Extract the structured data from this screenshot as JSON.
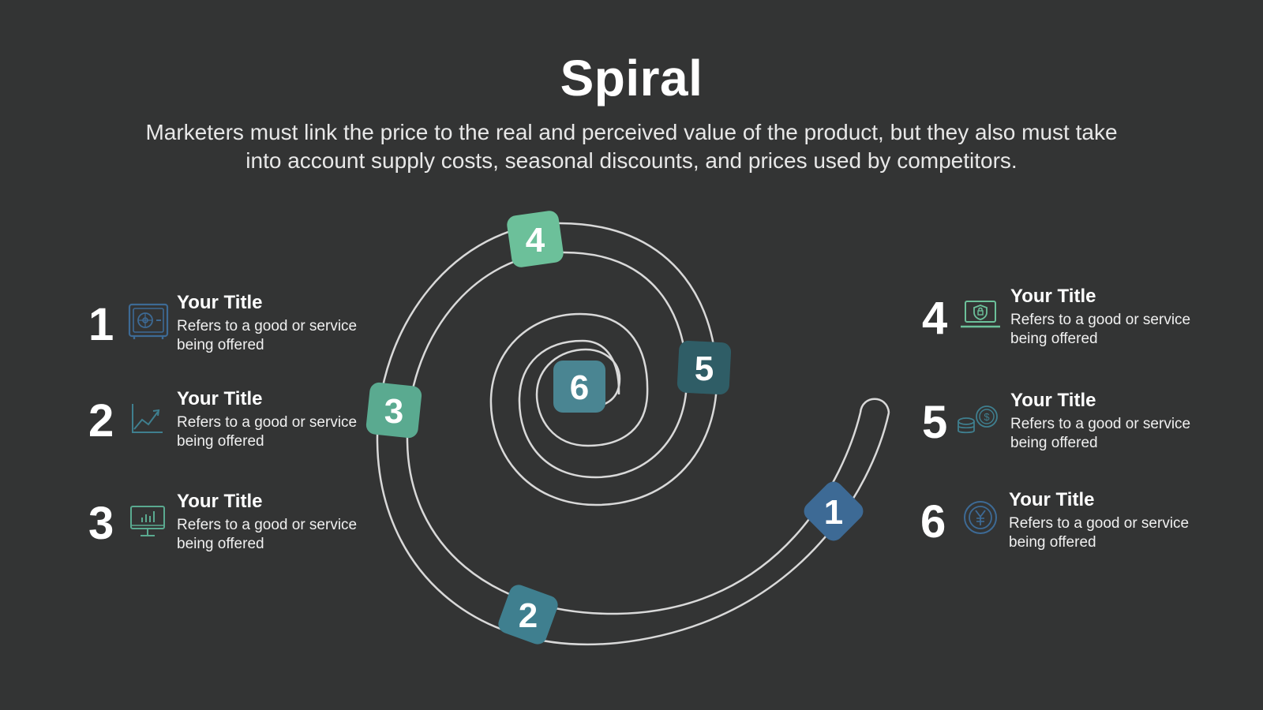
{
  "title": "Spiral",
  "subtitle": "Marketers must link the price to the real and perceived value of the product, but they also must take into account supply costs, seasonal discounts, and prices used by competitors.",
  "colors": {
    "background": "#333434",
    "line": "#d9d9d9",
    "badge_1": "#3d6a95",
    "badge_2": "#3f7f8f",
    "badge_3": "#5aaa90",
    "badge_4": "#6cc09a",
    "badge_5": "#2f5d66",
    "badge_6": "#4a8592"
  },
  "badges": [
    {
      "number": "1"
    },
    {
      "number": "2"
    },
    {
      "number": "3"
    },
    {
      "number": "4"
    },
    {
      "number": "5"
    },
    {
      "number": "6"
    }
  ],
  "items": [
    {
      "number": "1",
      "title": "Your Title",
      "text": "Refers to a good or service being offered",
      "icon": "safe-icon",
      "icon_color": "#3d6a95"
    },
    {
      "number": "2",
      "title": "Your Title",
      "text": "Refers to a good or service being offered",
      "icon": "line-chart-icon",
      "icon_color": "#3f7f8f"
    },
    {
      "number": "3",
      "title": "Your Title",
      "text": "Refers to a good or service being offered",
      "icon": "monitor-chart-icon",
      "icon_color": "#5aaa90"
    },
    {
      "number": "4",
      "title": "Your Title",
      "text": "Refers to a good or service being offered",
      "icon": "laptop-shield-icon",
      "icon_color": "#6cc09a"
    },
    {
      "number": "5",
      "title": "Your Title",
      "text": "Refers to a good or service being offered",
      "icon": "coins-icon",
      "icon_color": "#3f7f8f"
    },
    {
      "number": "6",
      "title": "Your Title",
      "text": "Refers to a good or service being offered",
      "icon": "yen-coin-icon",
      "icon_color": "#3d6a95"
    }
  ]
}
